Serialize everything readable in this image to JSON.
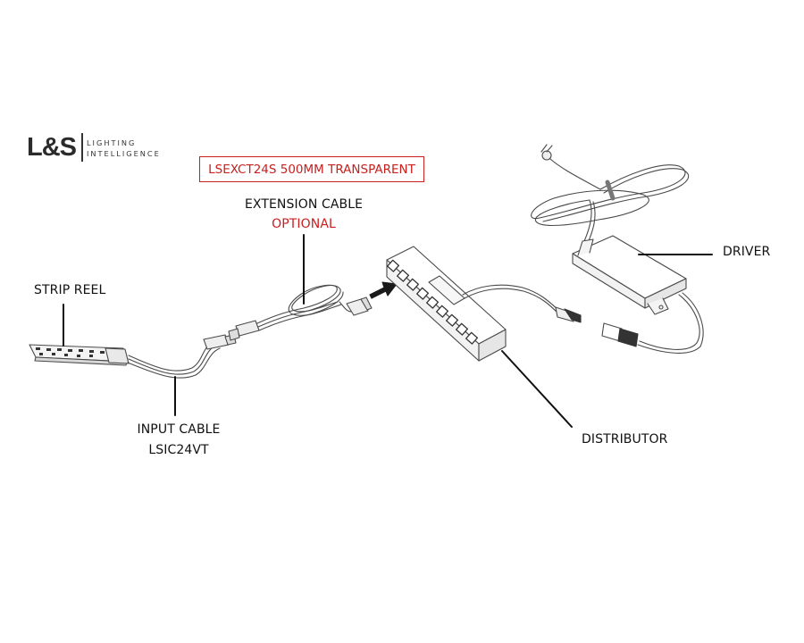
{
  "logo": {
    "mark": "L&S",
    "line1": "LIGHTING",
    "line2": "INTELLIGENCE"
  },
  "product_code": "LSEXCT24S 500MM TRANSPARENT",
  "labels": {
    "extension_cable": "EXTENSION CABLE",
    "optional": "OPTIONAL",
    "strip_reel": "STRIP REEL",
    "input_cable": "INPUT CABLE",
    "input_cable_code": "LSIC24VT",
    "distributor": "DISTRIBUTOR",
    "driver": "DRIVER"
  },
  "colors": {
    "accent": "#c8201e",
    "line": "#111111",
    "drawing": "#4a4a4a",
    "logo": "#2b2b2b"
  }
}
